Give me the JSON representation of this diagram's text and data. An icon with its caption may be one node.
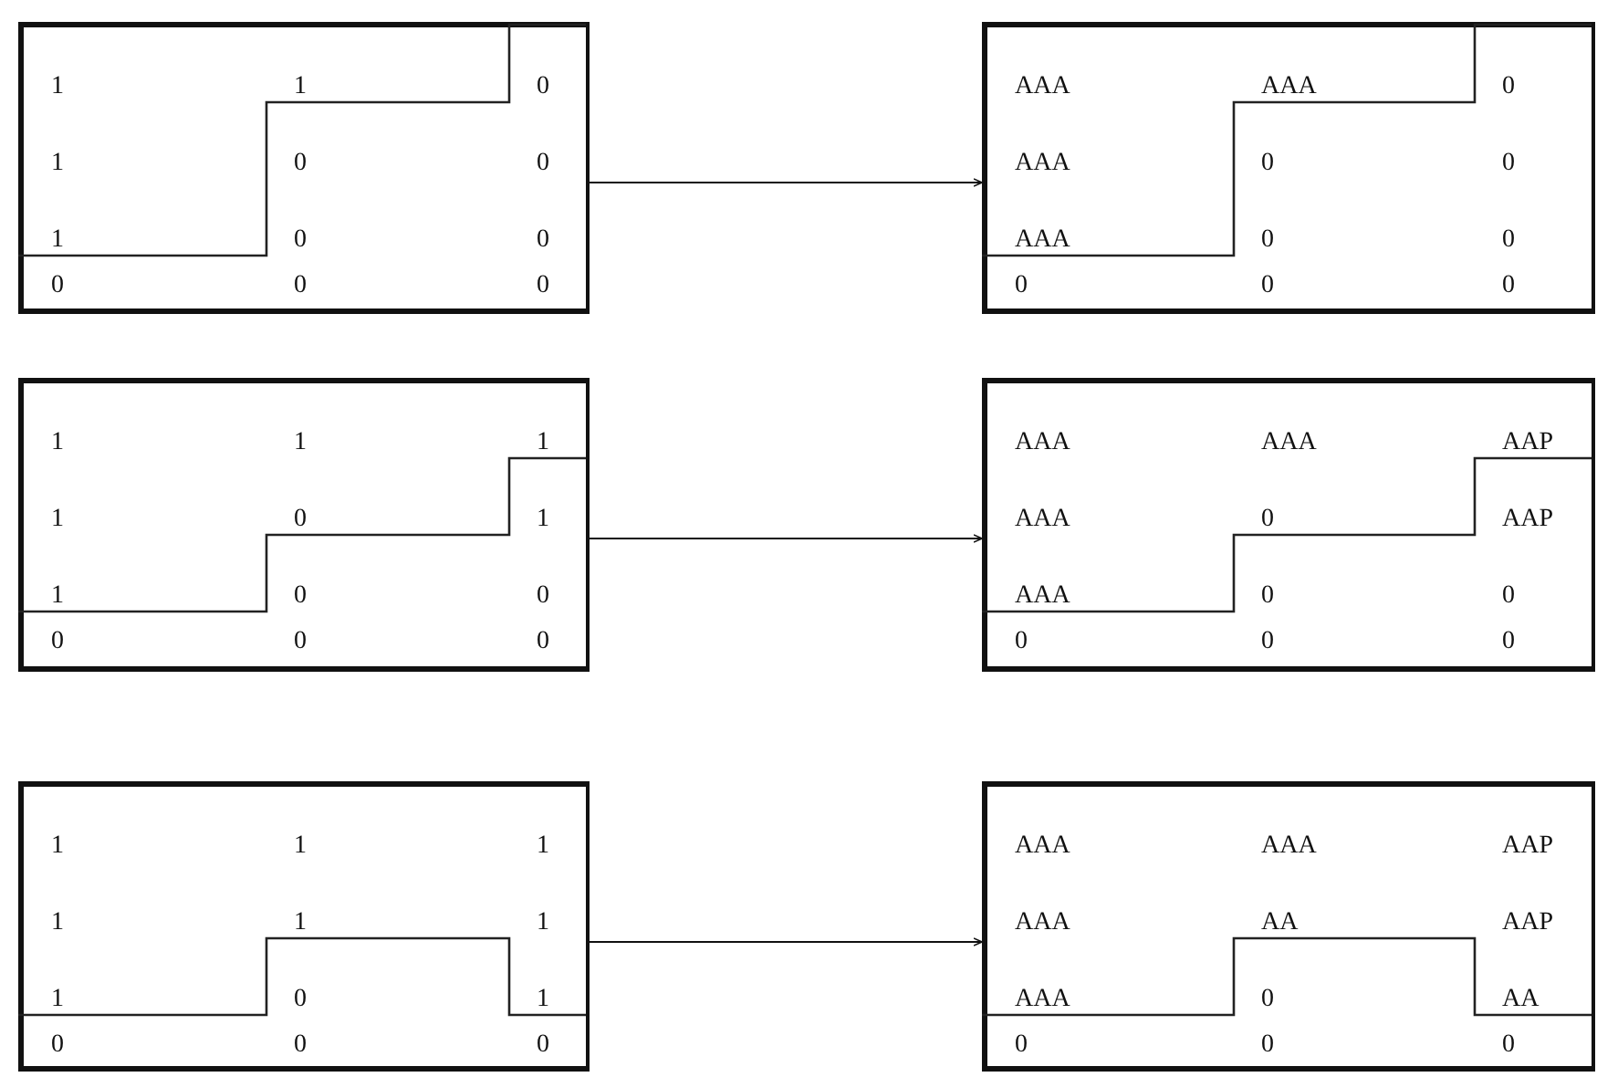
{
  "diagram": {
    "nodes": [
      {
        "text": [
          "1",
          "1",
          "0",
          "1",
          "0",
          "0",
          "1",
          "0",
          "0",
          "0",
          "0",
          "0"
        ]
      },
      {
        "text": [
          "AAA",
          "AAA",
          "0",
          "AAA",
          "0",
          "0",
          "AAA",
          "0",
          "0",
          "0",
          "0",
          "0"
        ]
      },
      {
        "text": [
          "1",
          "1",
          "1",
          "1",
          "0",
          "1",
          "1",
          "0",
          "0",
          "0",
          "0",
          "0"
        ]
      },
      {
        "text": [
          "AAA",
          "AAA",
          "AAP",
          "AAA",
          "0",
          "AAP",
          "AAA",
          "0",
          "0",
          "0",
          "0",
          "0"
        ]
      },
      {
        "text": [
          "1",
          "1",
          "1",
          "1",
          "1",
          "1",
          "1",
          "0",
          "1",
          "0",
          "0",
          "0"
        ]
      },
      {
        "text": [
          "AAA",
          "AAA",
          "AAP",
          "AAA",
          "AA",
          "AAP",
          "AAA",
          "0",
          "AA",
          "0",
          "0",
          "0"
        ]
      }
    ],
    "edges": [
      {
        "from": 0,
        "to": 1,
        "arrow": "to"
      },
      {
        "from": 2,
        "to": 3,
        "arrow": "to"
      },
      {
        "from": 4,
        "to": 5,
        "arrow": "to"
      }
    ]
  }
}
